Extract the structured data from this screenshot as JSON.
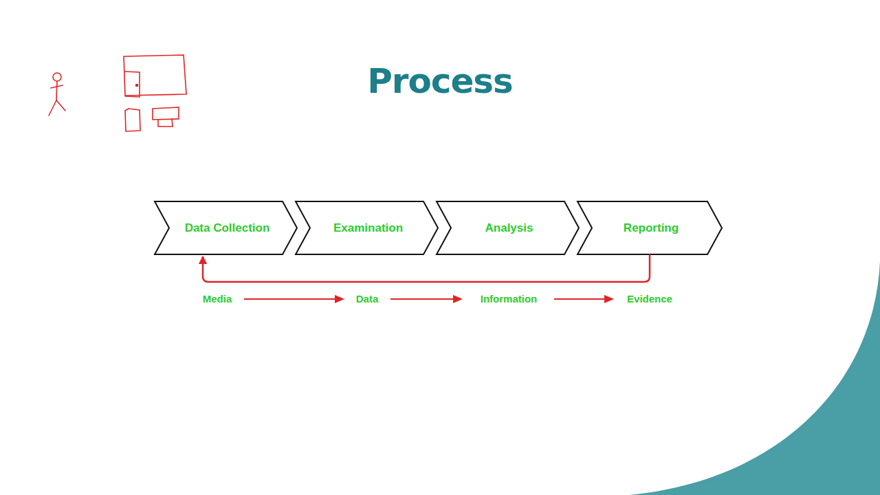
{
  "diagram": {
    "title": "Process",
    "nodes": [
      {
        "text": [
          "Data Collection"
        ]
      },
      {
        "text": [
          "Examination"
        ]
      },
      {
        "text": [
          "Analysis"
        ]
      },
      {
        "text": [
          "Reporting"
        ]
      }
    ],
    "edges": [
      {
        "from": 3,
        "to": 0,
        "arrow": "to"
      }
    ],
    "labels": [
      "Media",
      "Data",
      "Information",
      "Evidence"
    ]
  }
}
